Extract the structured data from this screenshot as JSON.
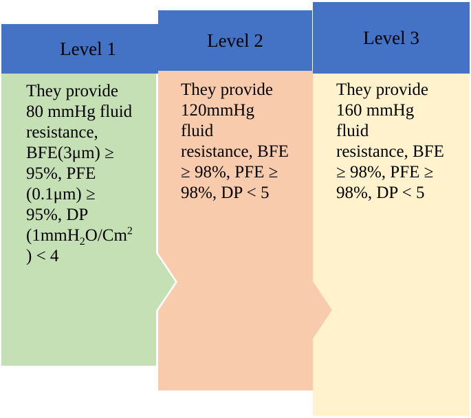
{
  "colors": {
    "header": "#4472c4",
    "level1_body": "#c5e0b4",
    "level2_body": "#f8cbad",
    "level3_body": "#fff2cc"
  },
  "levels": [
    {
      "title": "Level 1",
      "lines": [
        "They provide",
        "80 mmHg fluid",
        "resistance,",
        "BFE(3μm) ≥",
        "95%, PFE",
        "(0.1μm) ≥",
        "95%, DP"
      ],
      "formula": {
        "pre": "(1mmH",
        "sub": "2",
        "mid": "O/Cm",
        "sup": "2"
      },
      "last_line": ") < 4"
    },
    {
      "title": "Level 2",
      "lines": [
        "They provide",
        "120mmHg",
        "fluid",
        "resistance, BFE",
        "≥ 98%, PFE ≥",
        "98%, DP < 5"
      ]
    },
    {
      "title": "Level 3",
      "lines": [
        "They provide",
        "160 mmHg",
        "fluid",
        "resistance, BFE",
        "≥ 98%, PFE ≥",
        "98%, DP < 5"
      ]
    }
  ]
}
